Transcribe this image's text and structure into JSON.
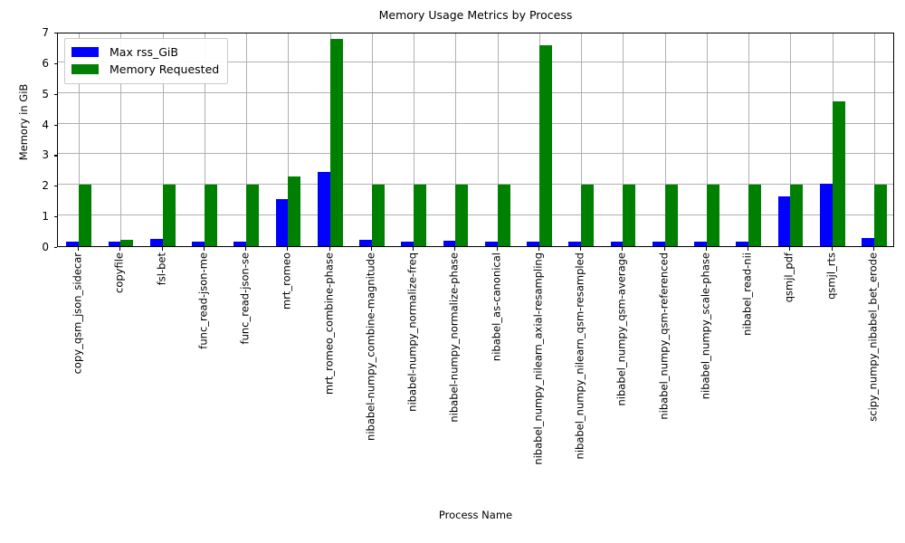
{
  "chart_data": {
    "type": "bar",
    "title": "Memory Usage Metrics by Process",
    "xlabel": "Process Name",
    "ylabel": "Memory in GiB",
    "ylim": [
      0,
      7
    ],
    "yticks": [
      0,
      1,
      2,
      3,
      4,
      5,
      6,
      7
    ],
    "grid": true,
    "legend_position": "upper left",
    "categories": [
      "copy_qsm_json_sidecar",
      "copyfile",
      "fsl-bet",
      "func_read-json-me",
      "func_read-json-se",
      "mrt_romeo",
      "mrt_romeo_combine-phase",
      "nibabel-numpy_combine-magnitude",
      "nibabel-numpy_normalize-freq",
      "nibabel-numpy_normalize-phase",
      "nibabel_as-canonical",
      "nibabel_numpy_nilearn_axial-resampling",
      "nibabel_numpy_nilearn_qsm-resampled",
      "nibabel_numpy_qsm-average",
      "nibabel_numpy_qsm-referenced",
      "nibabel_numpy_scale-phase",
      "nibabel_read-nii",
      "qsmjl_pdf",
      "qsmjl_rts",
      "scipy_numpy_nibabel_bet_erode"
    ],
    "series": [
      {
        "name": "Max rss_GiB",
        "color": "#0000ff",
        "values": [
          0.16,
          0.15,
          0.25,
          0.15,
          0.14,
          1.55,
          2.42,
          0.21,
          0.16,
          0.18,
          0.16,
          0.15,
          0.15,
          0.14,
          0.15,
          0.15,
          0.15,
          1.63,
          2.05,
          0.28
        ]
      },
      {
        "name": "Memory Requested",
        "color": "#008000",
        "values": [
          2.0,
          0.22,
          2.0,
          2.0,
          2.0,
          2.27,
          6.77,
          2.0,
          2.0,
          2.0,
          2.0,
          6.56,
          2.0,
          2.0,
          2.0,
          2.0,
          2.0,
          2.0,
          4.73,
          2.0
        ]
      }
    ]
  }
}
